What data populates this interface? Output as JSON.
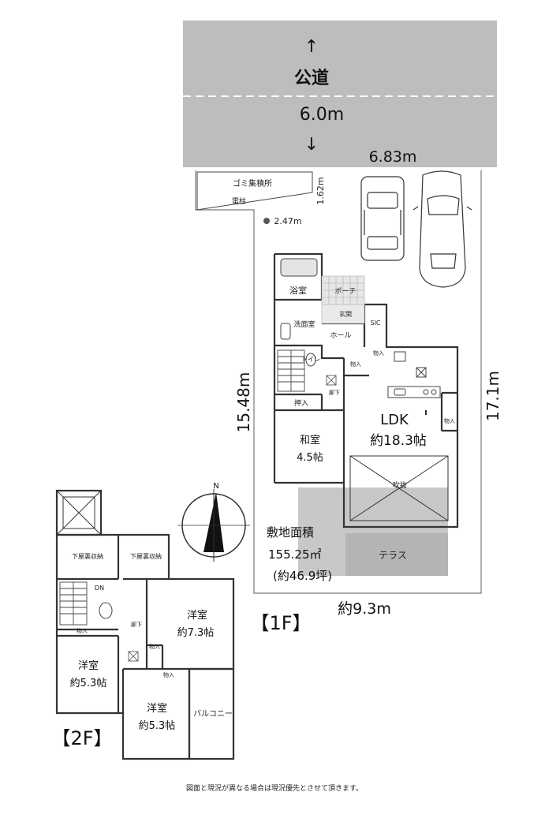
{
  "road": {
    "label": "公道",
    "width": "6.0m",
    "arrow_up": "↑",
    "arrow_down": "↓",
    "frontage": "6.83m"
  },
  "site": {
    "garbage_area": "ゴミ集積所",
    "pole": "電柱",
    "dim_1_62": "1.62m",
    "dim_2_47": "2.47m",
    "left_dim": "15.48m",
    "right_dim": "17.1m",
    "bottom_dim": "約9.3m",
    "area_title": "敷地面積",
    "area_value": "155.25㎡",
    "area_tsubo": "(約46.9坪)",
    "terrace": "テラス"
  },
  "floor1": {
    "tag": "【1F】",
    "bath": "浴室",
    "porch": "ポーチ",
    "washroom": "洗面室",
    "toilet": "トイレ",
    "entrance": "玄関",
    "sic": "SIC",
    "hall": "ホール",
    "storage1": "物入",
    "storage2": "物入",
    "hallway": "廊下",
    "oshiire": "押入",
    "washitsu": "和室",
    "washitsu_size": "4.5帖",
    "ldk": "LDK",
    "ldk_size": "約18.3帖",
    "fukinuke": "吹抜",
    "storage3": "物入"
  },
  "floor2": {
    "tag": "【2F】",
    "attic1": "下屋裏収納",
    "attic2": "下屋裏収納",
    "dn": "DN",
    "storage_a": "物入",
    "storage_b": "物入",
    "storage_c": "物入",
    "hallway": "廊下",
    "room1": "洋室",
    "room1_size": "約7.3帖",
    "room2": "洋室",
    "room2_size": "約5.3帖",
    "room3": "洋室",
    "room3_size": "約5.3帖",
    "balcony": "バルコニー"
  },
  "compass": {
    "north": "N"
  },
  "footer": {
    "note": "図面と現況が異なる場合は現況優先とさせて頂きます。"
  }
}
